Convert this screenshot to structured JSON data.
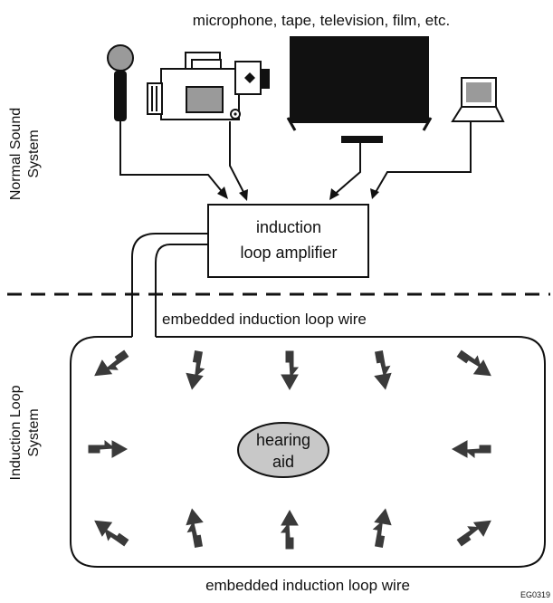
{
  "header": {
    "caption": "microphone, tape, television, film, etc."
  },
  "sections": {
    "top_label_line1": "Normal Sound",
    "top_label_line2": "System",
    "bottom_label_line1": "Induction Loop",
    "bottom_label_line2": "System"
  },
  "amplifier": {
    "line1": "induction",
    "line2": "loop amplifier"
  },
  "loop": {
    "top_label": "embedded induction loop wire",
    "bottom_label": "embedded induction loop wire"
  },
  "center": {
    "line1": "hearing",
    "line2": "aid"
  },
  "footer": {
    "figure_code": "EG0319"
  },
  "colors": {
    "ink": "#111111",
    "device_gray": "#9a9a9a",
    "bolt_gray": "#3a3a3a",
    "hearing_aid_fill": "#c8c8c8"
  }
}
